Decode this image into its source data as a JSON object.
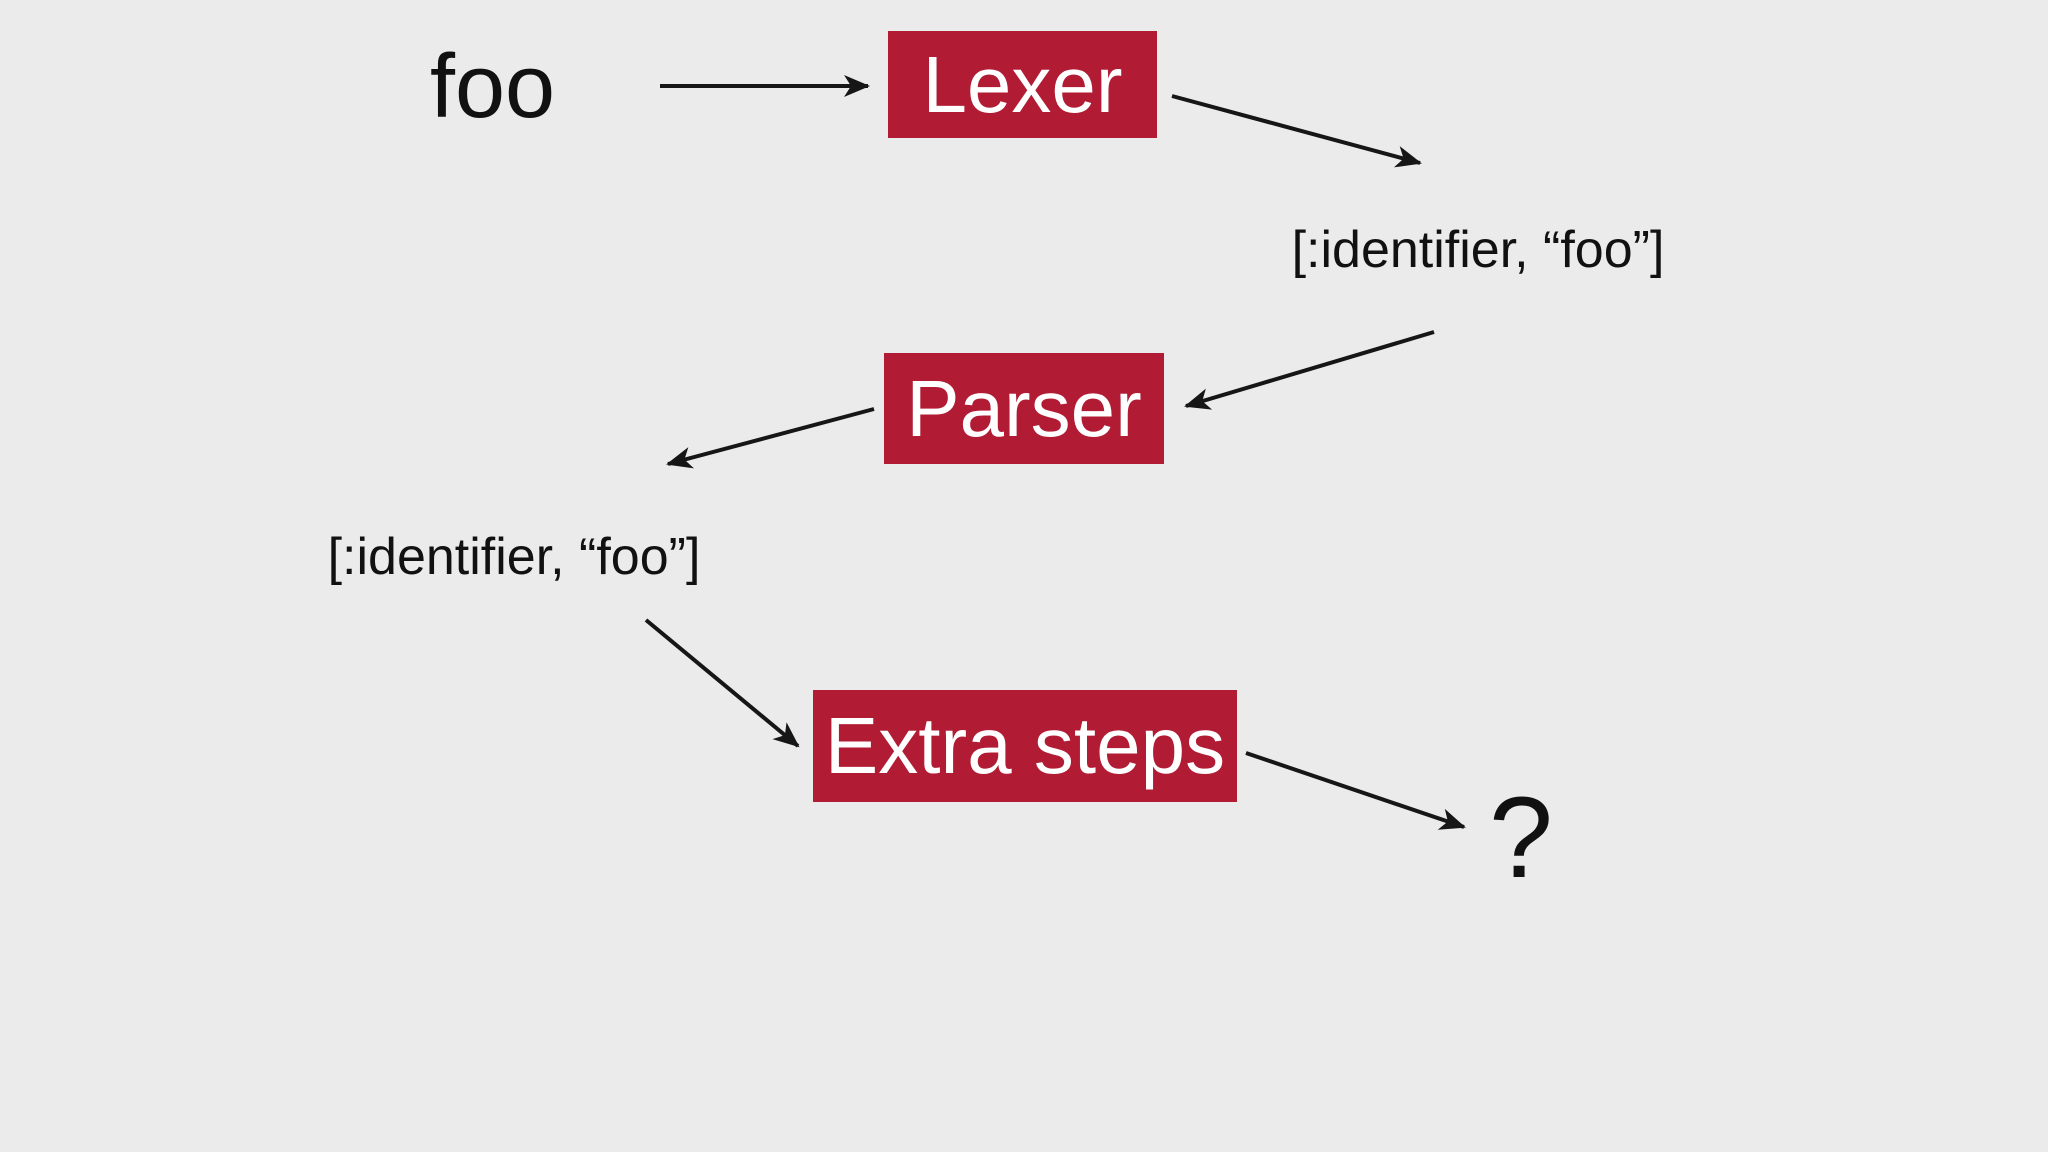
{
  "title": "Lexer and parser pipeline diagram",
  "colors": {
    "bg": "#ebebeb",
    "node_fill": "#b11b33",
    "node_text": "#ffffff",
    "text": "#111111",
    "arrow": "#161616"
  },
  "diagram": {
    "source_text": "foo",
    "nodes": {
      "lexer": {
        "label": "Lexer"
      },
      "parser": {
        "label": "Parser"
      },
      "extra_steps": {
        "label": "Extra steps"
      }
    },
    "token_after_lexer": "[:identifier, “foo”]",
    "token_after_parser": "[:identifier, “foo”]",
    "unknown_output": "?"
  }
}
